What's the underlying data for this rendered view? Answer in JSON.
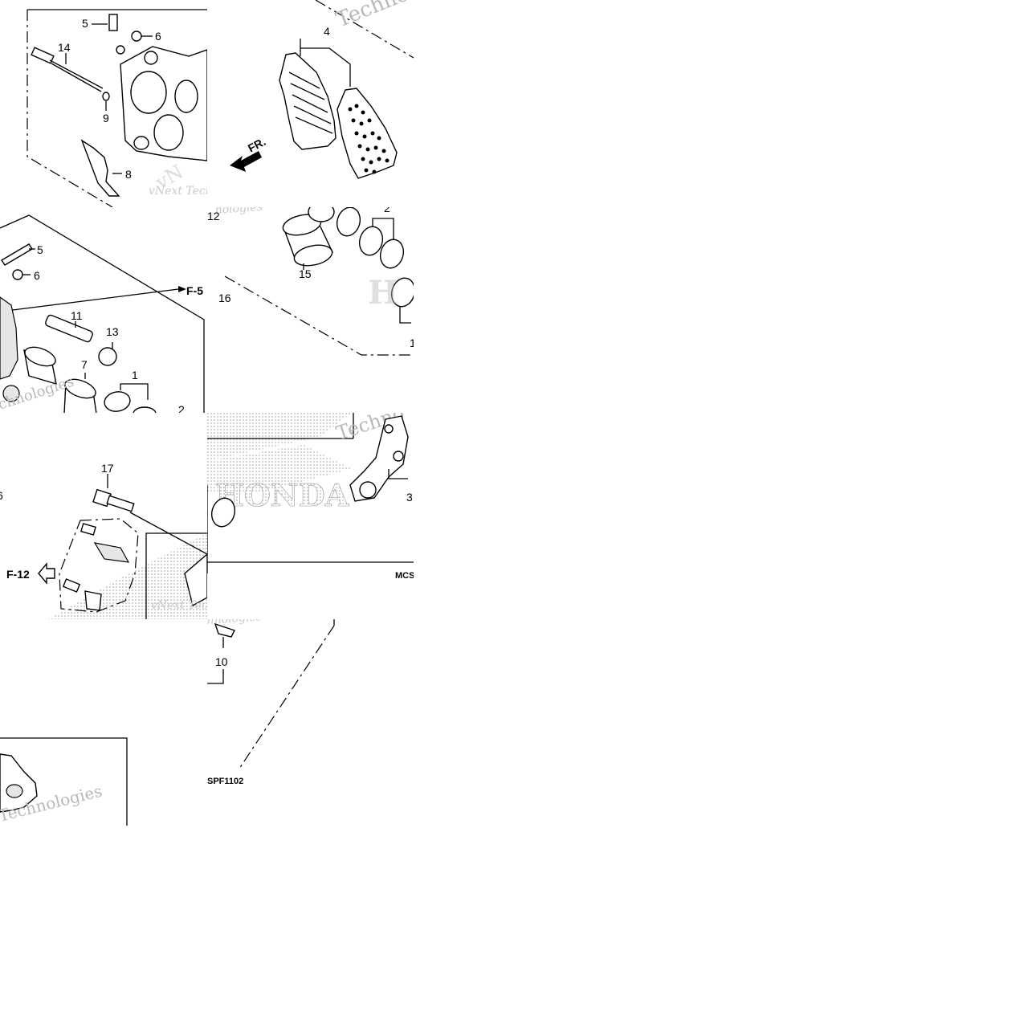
{
  "labels": {
    "n1": "1",
    "n2": "2",
    "n3": "3",
    "n4": "4",
    "n5": "5",
    "n6": "6",
    "n7": "7",
    "n8": "8",
    "n9": "9",
    "n10": "10",
    "n11": "11",
    "n12": "12",
    "n13": "13",
    "n14": "14",
    "n15": "15",
    "n16": "16",
    "n17": "17"
  },
  "refs": {
    "f5": "F-5",
    "f12": "F-12",
    "fr": "FR."
  },
  "codes": {
    "mcs": "MCS",
    "spf": "SPF1102"
  },
  "watermarks": {
    "vnext": "vNext Technologies",
    "techno": "Technologies",
    "brand": "HONDA"
  }
}
